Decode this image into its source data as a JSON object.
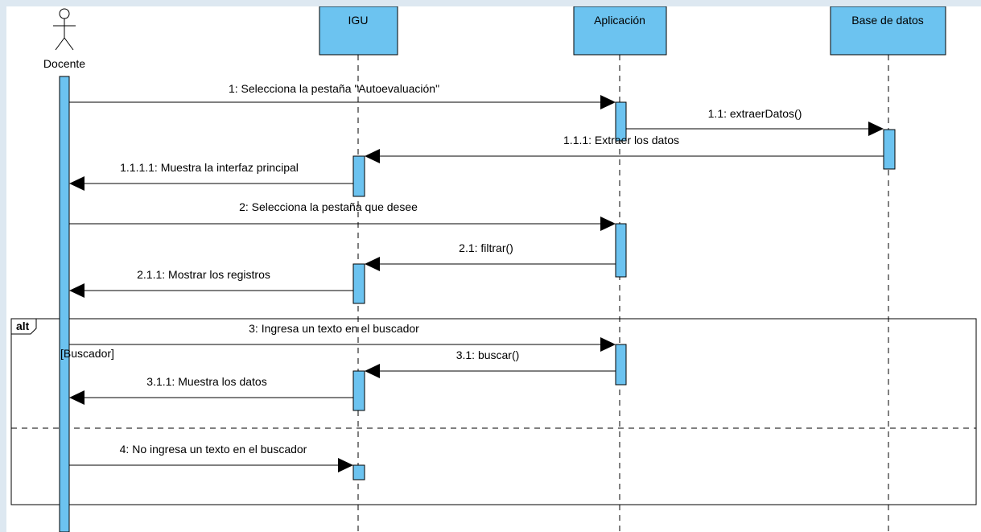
{
  "colors": {
    "background": "#dde8f1",
    "canvas": "#ffffff",
    "box_fill": "#6cc3f0",
    "line": "#000000"
  },
  "actor": {
    "name": "Docente"
  },
  "lifelines": [
    {
      "id": "igu",
      "label": "IGU"
    },
    {
      "id": "app",
      "label": "Aplicación"
    },
    {
      "id": "db",
      "label": "Base de datos"
    }
  ],
  "messages": [
    {
      "label": "1: Selecciona la pestaña \"Autoevaluación\""
    },
    {
      "label": "1.1: extraerDatos()"
    },
    {
      "label": "1.1.1: Extraer los datos"
    },
    {
      "label": "1.1.1.1: Muestra la interfaz principal"
    },
    {
      "label": "2: Selecciona la pestaña que desee"
    },
    {
      "label": "2.1: filtrar()"
    },
    {
      "label": "2.1.1: Mostrar los registros"
    },
    {
      "label": "3: Ingresa un texto en el buscador"
    },
    {
      "label": "3.1: buscar()"
    },
    {
      "label": "3.1.1: Muestra los datos"
    },
    {
      "label": "4: No ingresa un texto en el buscador"
    }
  ],
  "fragment": {
    "operator": "alt",
    "guard": "[Buscador]"
  }
}
